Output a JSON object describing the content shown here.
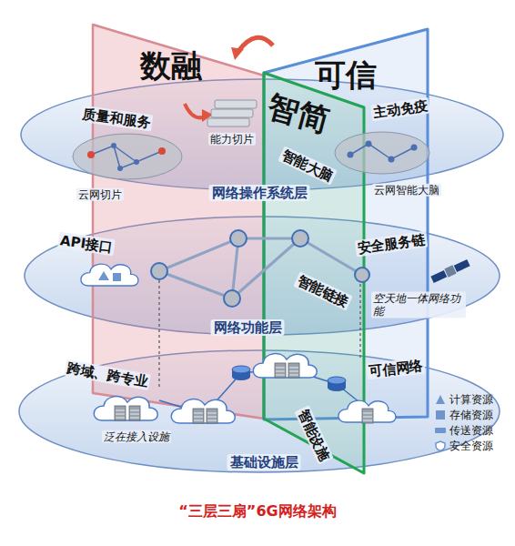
{
  "diagram": {
    "caption": "“三层三扇”6G网络架构",
    "nodes": [
      {
        "text": [
          "网络操作系统层"
        ]
      },
      {
        "text": [
          "网络功能层"
        ]
      },
      {
        "text": [
          "基础设施层"
        ]
      },
      {
        "text": [
          "数融"
        ]
      },
      {
        "text": [
          "可信"
        ]
      },
      {
        "text": [
          "智简"
        ]
      }
    ],
    "labels": [
      "质量和服务",
      "能力切片",
      "主动免疫",
      "智能大脑",
      "云网切片",
      "云网智能大脑",
      "API接口",
      "安全服务链",
      "智能链接",
      "空天地一体网络功能",
      "跨域、跨专业",
      "可信网络",
      "泛在接入设施",
      "智能设施"
    ],
    "legend": [
      {
        "text": "计算资源"
      },
      {
        "text": "存储资源"
      },
      {
        "text": "传送资源"
      },
      {
        "text": "安全资源"
      }
    ]
  }
}
